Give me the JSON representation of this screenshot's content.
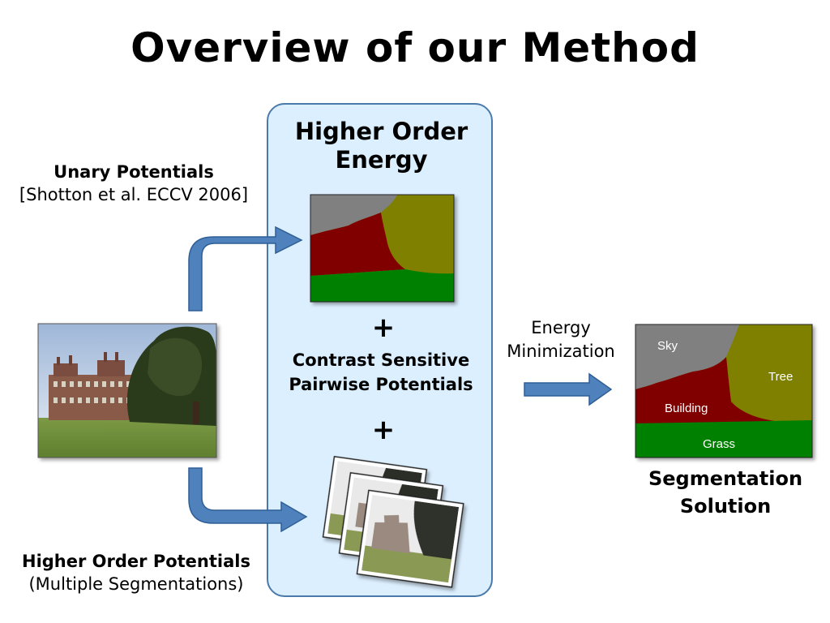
{
  "title": "Overview of our Method",
  "panel": {
    "title_line1": "Higher Order",
    "title_line2": "Energy",
    "plus_1": "+",
    "pairwise_line1": "Contrast Sensitive",
    "pairwise_line2": "Pairwise Potentials",
    "plus_2": "+"
  },
  "unary": {
    "label": "Unary Potentials",
    "citation": "[Shotton et al. ECCV 2006]"
  },
  "higher_order": {
    "label": "Higher Order Potentials",
    "sublabel": "(Multiple Segmentations)"
  },
  "energy_minimization": {
    "line1": "Energy",
    "line2": "Minimization"
  },
  "solution": {
    "line1": "Segmentation",
    "line2": "Solution",
    "labels": {
      "sky": "Sky",
      "tree": "Tree",
      "building": "Building",
      "grass": "Grass"
    }
  },
  "colors": {
    "sky": "#808080",
    "building": "#800000",
    "tree": "#808000",
    "grass": "#008000",
    "arrow": "#4f81bd",
    "panel_bg": "#dcefff",
    "panel_border": "#4a7aa9"
  }
}
